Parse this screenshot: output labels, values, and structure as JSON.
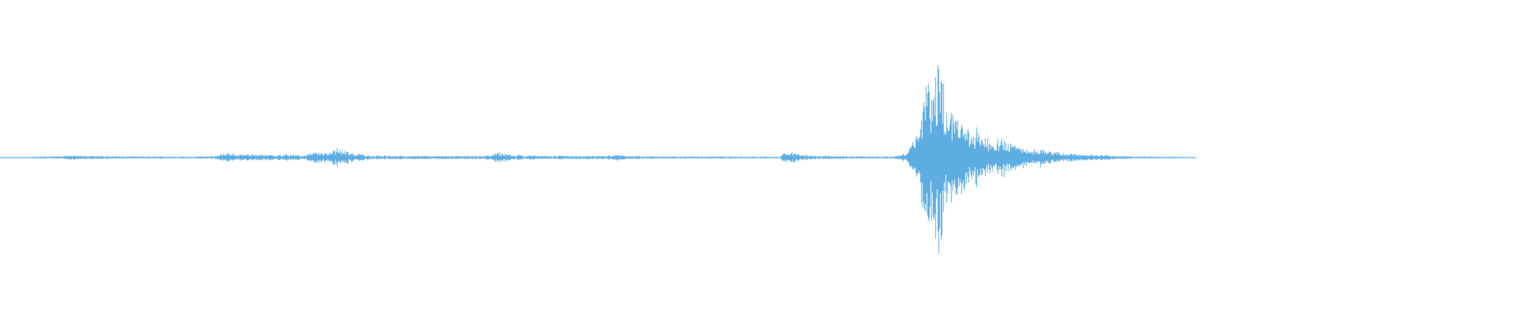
{
  "waveform": {
    "color": "#5dade2",
    "background": "#ffffff",
    "envelope": [
      [
        0.0,
        0.003
      ],
      [
        0.02,
        0.004
      ],
      [
        0.024,
        0.01
      ],
      [
        0.04,
        0.012
      ],
      [
        0.048,
        0.025
      ],
      [
        0.055,
        0.018
      ],
      [
        0.08,
        0.012
      ],
      [
        0.12,
        0.01
      ],
      [
        0.14,
        0.014
      ],
      [
        0.148,
        0.04
      ],
      [
        0.158,
        0.03
      ],
      [
        0.168,
        0.035
      ],
      [
        0.18,
        0.025
      ],
      [
        0.19,
        0.03
      ],
      [
        0.2,
        0.02
      ],
      [
        0.21,
        0.06
      ],
      [
        0.215,
        0.045
      ],
      [
        0.222,
        0.085
      ],
      [
        0.228,
        0.07
      ],
      [
        0.234,
        0.04
      ],
      [
        0.245,
        0.02
      ],
      [
        0.3,
        0.015
      ],
      [
        0.32,
        0.02
      ],
      [
        0.33,
        0.045
      ],
      [
        0.338,
        0.025
      ],
      [
        0.36,
        0.016
      ],
      [
        0.4,
        0.018
      ],
      [
        0.408,
        0.03
      ],
      [
        0.415,
        0.015
      ],
      [
        0.44,
        0.012
      ],
      [
        0.48,
        0.01
      ],
      [
        0.515,
        0.008
      ],
      [
        0.518,
        0.06
      ],
      [
        0.525,
        0.04
      ],
      [
        0.535,
        0.02
      ],
      [
        0.56,
        0.012
      ],
      [
        0.59,
        0.01
      ],
      [
        0.598,
        0.04
      ],
      [
        0.604,
        0.18
      ],
      [
        0.606,
        0.42
      ],
      [
        0.61,
        0.65
      ],
      [
        0.617,
        0.8
      ],
      [
        0.62,
        1.0
      ],
      [
        0.624,
        0.6
      ],
      [
        0.63,
        0.45
      ],
      [
        0.64,
        0.3
      ],
      [
        0.65,
        0.22
      ],
      [
        0.665,
        0.16
      ],
      [
        0.68,
        0.09
      ],
      [
        0.7,
        0.05
      ],
      [
        0.72,
        0.03
      ],
      [
        0.74,
        0.015
      ],
      [
        0.78,
        0.006
      ],
      [
        0.787,
        0.003
      ],
      [
        0.79,
        0.0
      ],
      [
        1.0,
        0.0
      ]
    ],
    "tail_start": 0.79,
    "seed": 1337
  }
}
